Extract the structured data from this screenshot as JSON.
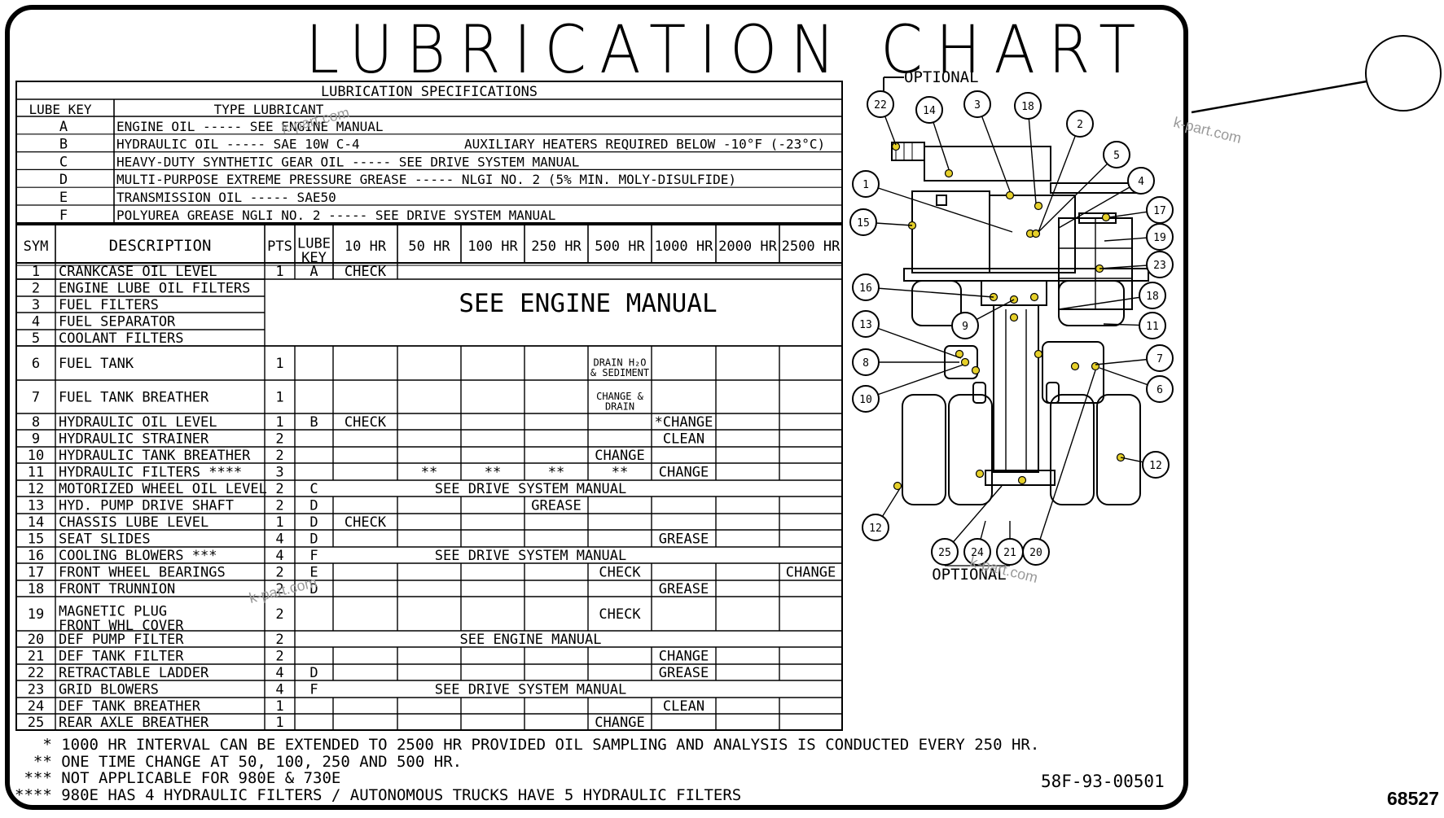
{
  "title": "LUBRICATION CHART",
  "spec_title": "LUBRICATION SPECIFICATIONS",
  "spec_headers": {
    "key": "LUBE KEY",
    "type": "TYPE LUBRICANT"
  },
  "specs": [
    {
      "key": "A",
      "text": "ENGINE OIL ----- SEE ENGINE MANUAL"
    },
    {
      "key": "B",
      "text": "HYDRAULIC OIL ----- SAE 10W C-4",
      "extra": "AUXILIARY HEATERS REQUIRED BELOW -10°F (-23°C)"
    },
    {
      "key": "C",
      "text": "HEAVY-DUTY SYNTHETIC GEAR OIL ----- SEE DRIVE SYSTEM MANUAL"
    },
    {
      "key": "D",
      "text": "MULTI-PURPOSE EXTREME PRESSURE GREASE ----- NLGI NO. 2 (5% MIN. MOLY-DISULFIDE)"
    },
    {
      "key": "E",
      "text": "TRANSMISSION OIL ----- SAE50"
    },
    {
      "key": "F",
      "text": "POLYUREA GREASE NGLI NO. 2 ----- SEE DRIVE SYSTEM MANUAL"
    }
  ],
  "table_headers": [
    "SYM",
    "DESCRIPTION",
    "PTS",
    "LUBE\nKEY",
    "10 HR",
    "50 HR",
    "100 HR",
    "250 HR",
    "500 HR",
    "1000 HR",
    "2000 HR",
    "2500 HR"
  ],
  "rows": [
    {
      "sym": "1",
      "desc": "CRANKCASE OIL LEVEL",
      "pts": "1",
      "key": "A",
      "cells": {
        "10": "CHECK"
      }
    },
    {
      "sym": "2",
      "desc": "ENGINE LUBE OIL FILTERS",
      "pts": "",
      "key": "",
      "cells": {}
    },
    {
      "sym": "3",
      "desc": "FUEL FILTERS",
      "pts": "",
      "key": "",
      "cells": {}
    },
    {
      "sym": "4",
      "desc": "FUEL SEPARATOR",
      "pts": "",
      "key": "",
      "cells": {}
    },
    {
      "sym": "5",
      "desc": "COOLANT FILTERS",
      "pts": "",
      "key": "",
      "cells": {}
    },
    {
      "sym": "6",
      "desc": "FUEL TANK",
      "pts": "1",
      "key": "",
      "cells": {
        "500": "DRAIN H₂O\n& SEDIMENT"
      }
    },
    {
      "sym": "7",
      "desc": "FUEL TANK BREATHER",
      "pts": "1",
      "key": "",
      "cells": {
        "500": "CHANGE &\nDRAIN"
      }
    },
    {
      "sym": "8",
      "desc": "HYDRAULIC OIL LEVEL",
      "pts": "1",
      "key": "B",
      "cells": {
        "10": "CHECK",
        "1000": "*CHANGE"
      }
    },
    {
      "sym": "9",
      "desc": "HYDRAULIC STRAINER",
      "pts": "2",
      "key": "",
      "cells": {
        "1000": "CLEAN"
      }
    },
    {
      "sym": "10",
      "desc": "HYDRAULIC TANK BREATHER",
      "pts": "2",
      "key": "",
      "cells": {
        "500": "CHANGE"
      }
    },
    {
      "sym": "11",
      "desc": "HYDRAULIC FILTERS ****",
      "pts": "3",
      "key": "",
      "cells": {
        "50": "**",
        "100": "**",
        "250": "**",
        "500": "**",
        "1000": "CHANGE"
      }
    },
    {
      "sym": "12",
      "desc": "MOTORIZED WHEEL OIL LEVEL",
      "pts": "2",
      "key": "C",
      "span": "SEE DRIVE SYSTEM MANUAL"
    },
    {
      "sym": "13",
      "desc": "HYD. PUMP DRIVE SHAFT",
      "pts": "2",
      "key": "D",
      "cells": {
        "250": "GREASE"
      }
    },
    {
      "sym": "14",
      "desc": "CHASSIS LUBE LEVEL",
      "pts": "1",
      "key": "D",
      "cells": {
        "10": "CHECK"
      }
    },
    {
      "sym": "15",
      "desc": "SEAT SLIDES",
      "pts": "4",
      "key": "D",
      "cells": {
        "1000": "GREASE"
      }
    },
    {
      "sym": "16",
      "desc": "COOLING BLOWERS ***",
      "pts": "4",
      "key": "F",
      "span": "SEE DRIVE SYSTEM MANUAL"
    },
    {
      "sym": "17",
      "desc": "FRONT WHEEL BEARINGS",
      "pts": "2",
      "key": "E",
      "cells": {
        "500": "CHECK",
        "2500": "CHANGE"
      }
    },
    {
      "sym": "18",
      "desc": "FRONT TRUNNION",
      "pts": "2",
      "key": "D",
      "cells": {
        "1000": "GREASE"
      }
    },
    {
      "sym": "19",
      "desc": "MAGNETIC PLUG\nFRONT WHL COVER",
      "pts": "2",
      "key": "",
      "cells": {
        "500": "CHECK"
      }
    },
    {
      "sym": "20",
      "desc": "DEF PUMP FILTER",
      "pts": "2",
      "key": "",
      "span": "SEE ENGINE MANUAL"
    },
    {
      "sym": "21",
      "desc": "DEF TANK FILTER",
      "pts": "2",
      "key": "",
      "cells": {
        "1000": "CHANGE"
      }
    },
    {
      "sym": "22",
      "desc": "RETRACTABLE LADDER",
      "pts": "4",
      "key": "D",
      "cells": {
        "1000": "GREASE"
      }
    },
    {
      "sym": "23",
      "desc": "GRID BLOWERS",
      "pts": "4",
      "key": "F",
      "span": "SEE DRIVE SYSTEM MANUAL"
    },
    {
      "sym": "24",
      "desc": "DEF TANK BREATHER",
      "pts": "1",
      "key": "",
      "cells": {
        "1000": "CLEAN"
      }
    },
    {
      "sym": "25",
      "desc": "REAR AXLE BREATHER",
      "pts": "1",
      "key": "",
      "cells": {
        "500": "CHANGE"
      }
    }
  ],
  "engine_manual_note": "SEE ENGINE MANUAL",
  "footnotes": [
    "   * 1000 HR INTERVAL CAN BE EXTENDED TO 2500 HR PROVIDED OIL SAMPLING AND ANALYSIS IS CONDUCTED EVERY 250 HR.",
    "  ** ONE TIME CHANGE AT 50, 100, 250 AND 500 HR.",
    " *** NOT APPLICABLE FOR 980E & 730E",
    "**** 980E HAS 4 HYDRAULIC FILTERS / AUTONOMOUS TRUCKS HAVE 5 HYDRAULIC FILTERS"
  ],
  "doc_number": "58F-93-00501",
  "image_number": "68527",
  "diagram": {
    "optional_top": "OPTIONAL",
    "optional_bottom": "OPTIONAL",
    "callouts": [
      "22",
      "14",
      "3",
      "18",
      "2",
      "5",
      "4",
      "1",
      "15",
      "17",
      "19",
      "23",
      "16",
      "18",
      "9",
      "13",
      "11",
      "8",
      "7",
      "10",
      "6",
      "12",
      "12",
      "25",
      "24",
      "21",
      "20"
    ]
  },
  "watermarks": [
    "k-part.com",
    "k-part.com",
    "k-part.com",
    "k-part.com"
  ]
}
